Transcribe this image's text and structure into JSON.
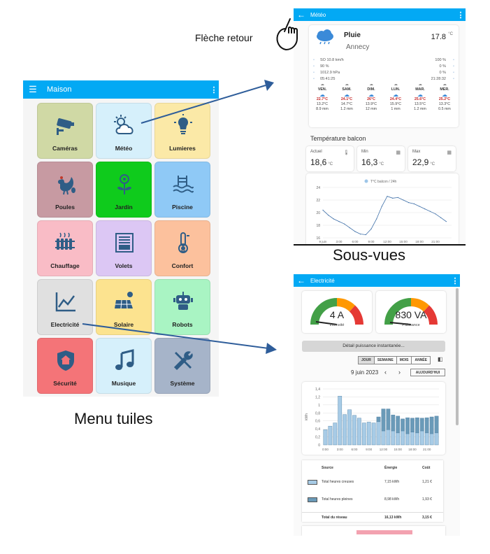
{
  "menu": {
    "title": "Maison",
    "tiles": [
      {
        "label": "Caméras",
        "icon": "camera-icon",
        "color": "#d0d9a5"
      },
      {
        "label": "Météo",
        "icon": "cloud-sun-icon",
        "color": "#d6f0fb"
      },
      {
        "label": "Lumieres",
        "icon": "lightbulb-icon",
        "color": "#fbe9a7"
      },
      {
        "label": "Poules",
        "icon": "hen-icon",
        "color": "#c79aa2"
      },
      {
        "label": "Jardin",
        "icon": "flower-icon",
        "color": "#0fcb1c"
      },
      {
        "label": "Piscine",
        "icon": "pool-icon",
        "color": "#8fc9f6"
      },
      {
        "label": "Chauffage",
        "icon": "radiator-icon",
        "color": "#f9bcc6"
      },
      {
        "label": "Volets",
        "icon": "shutter-icon",
        "color": "#dcc7f4"
      },
      {
        "label": "Confort",
        "icon": "thermometer-icon",
        "color": "#fcc19d"
      },
      {
        "label": "Electricité",
        "icon": "chart-line-icon",
        "color": "#e0e0e0"
      },
      {
        "label": "Solaire",
        "icon": "solar-panel-icon",
        "color": "#fce38f"
      },
      {
        "label": "Robots",
        "icon": "robot-icon",
        "color": "#a9f4c3"
      },
      {
        "label": "Sécurité",
        "icon": "shield-home-icon",
        "color": "#f47478"
      },
      {
        "label": "Musique",
        "icon": "music-icon",
        "color": "#d6f0fb"
      },
      {
        "label": "Système",
        "icon": "tools-icon",
        "color": "#a6b4c9"
      }
    ]
  },
  "captions": {
    "menu": "Menu tuiles",
    "sous_vues": "Sous-vues",
    "fleche": "Flèche retour"
  },
  "meteo": {
    "title": "Météo",
    "condition": "Pluie",
    "city": "Annecy",
    "temp": "17.8",
    "temp_unit": "°C",
    "left_details": [
      "SO 10.8 km/h",
      "90 %",
      "1012.9 hPa",
      "05:41:25"
    ],
    "right_details": [
      "100 %",
      "0 %",
      "0 %",
      "21:28:32"
    ],
    "forecast": [
      {
        "day": "VEN.",
        "hi": "22.7°C",
        "lo": "13.2°C",
        "rain": "8.9 mm"
      },
      {
        "day": "SAM.",
        "hi": "24.1°C",
        "lo": "14.7°C",
        "rain": "1.2 mm"
      },
      {
        "day": "DIM.",
        "hi": "26°C",
        "lo": "13.9°C",
        "rain": "12 mm"
      },
      {
        "day": "LUN.",
        "hi": "24.4°C",
        "lo": "15.9°C",
        "rain": "1 mm"
      },
      {
        "day": "MAR.",
        "hi": "25.6°C",
        "lo": "13.5°C",
        "rain": "1.2 mm"
      },
      {
        "day": "MER.",
        "hi": "25.2°C",
        "lo": "13.3°C",
        "rain": "0.5 mm"
      }
    ],
    "section_title": "Température balcon",
    "stats": [
      {
        "label": "Actuel",
        "value": "18,6",
        "unit": "°C",
        "icon": "thermometer-icon"
      },
      {
        "label": "Min",
        "value": "16,3",
        "unit": "°C",
        "icon": "calculator-icon"
      },
      {
        "label": "Max",
        "value": "22,9",
        "unit": "°C",
        "icon": "calculator-icon"
      }
    ]
  },
  "electricite": {
    "title": "Electricité",
    "gauges": [
      {
        "value": "4 A",
        "label": "Intensité",
        "fraction": 0.12
      },
      {
        "value": "830 VA",
        "label": "Puissance",
        "fraction": 0.1
      }
    ],
    "detail_button": "Détail puissance instantanée...",
    "periods": [
      "JOUR",
      "SEMAINE",
      "MOIS",
      "ANNÉE"
    ],
    "active_period": "JOUR",
    "date": "9 juin 2023",
    "today_button": "AUJOURD'HUI",
    "table_headers": [
      "Source",
      "Énergie",
      "Coût"
    ],
    "table_rows": [
      {
        "source": "Total heures creuses",
        "energy": "7,15 kWh",
        "cost": "1,21 €",
        "color": "#a7cbe6"
      },
      {
        "source": "Total heures pleines",
        "energy": "8,98 kWh",
        "cost": "1,93 €",
        "color": "#6a9ab8"
      },
      {
        "source": "Total du réseau",
        "energy": "16,13 kWh",
        "cost": "3,15 €",
        "color": ""
      }
    ]
  },
  "chart_data": [
    {
      "type": "line",
      "title": "",
      "legend": [
        "T°C balcon / 24h"
      ],
      "x_ticks": [
        "9 juin",
        "3:00",
        "6:00",
        "9:00",
        "12:00",
        "15:00",
        "18:00",
        "21:00"
      ],
      "ylim": [
        16,
        24
      ],
      "y_ticks": [
        16,
        18,
        20,
        22,
        24
      ],
      "x_hours": [
        0,
        1,
        2,
        3,
        4,
        5,
        6,
        7,
        8,
        9,
        10,
        11,
        12,
        13,
        14,
        15,
        16,
        17,
        18,
        19,
        20,
        21,
        22,
        23
      ],
      "y": [
        20.4,
        19.6,
        19.0,
        18.6,
        18.2,
        17.6,
        17.0,
        16.6,
        16.5,
        17.4,
        19.0,
        21.0,
        22.6,
        22.3,
        22.4,
        22.0,
        21.6,
        21.4,
        21.0,
        20.6,
        20.2,
        19.8,
        19.2,
        18.6
      ],
      "grid": true
    },
    {
      "type": "bar",
      "title": "",
      "ylabel": "kWh",
      "ylim": [
        0,
        1.4
      ],
      "y_ticks": [
        0,
        0.2,
        0.4,
        0.6,
        0.8,
        1,
        1.2,
        1.4
      ],
      "x_ticks": [
        "0:00",
        "3:00",
        "6:00",
        "9:00",
        "12:00",
        "15:00",
        "18:00",
        "21:00"
      ],
      "categories": [
        "0",
        "1",
        "2",
        "3",
        "4",
        "5",
        "6",
        "7",
        "8",
        "9",
        "10",
        "11",
        "12",
        "13",
        "14",
        "15",
        "16",
        "17",
        "18",
        "19",
        "20",
        "21",
        "22",
        "23"
      ],
      "series": [
        {
          "name": "Total heures creuses",
          "values": [
            0.38,
            0.47,
            0.55,
            1.22,
            0.76,
            0.88,
            0.74,
            0.67,
            0.55,
            0.57,
            0.55,
            0.58,
            0.35,
            0.38,
            0.35,
            0.3,
            0.35,
            0.28,
            0.32,
            0.3,
            0.35,
            0.3,
            0.28,
            0.3
          ]
        },
        {
          "name": "Total heures pleines",
          "values": [
            0,
            0,
            0,
            0,
            0,
            0,
            0,
            0,
            0,
            0,
            0,
            0.12,
            0.55,
            0.52,
            0.4,
            0.42,
            0.3,
            0.4,
            0.35,
            0.38,
            0.32,
            0.38,
            0.42,
            0.42
          ]
        }
      ],
      "grid": true
    }
  ]
}
